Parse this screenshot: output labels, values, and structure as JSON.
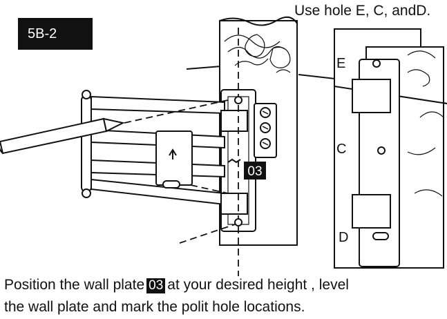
{
  "step_label": "5B-2",
  "top_instruction": "Use hole E, C, andD.",
  "part_badge": "03",
  "hole_labels": {
    "e": "E",
    "c": "C",
    "d": "D"
  },
  "caption": {
    "line1_before": "Position the wall plate",
    "line1_badge": "03",
    "line1_after": "at your desired height , level",
    "line2": "the wall plate and mark the polit hole locations."
  }
}
